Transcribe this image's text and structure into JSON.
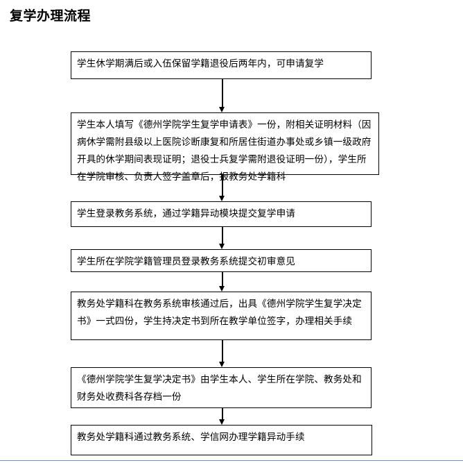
{
  "page": {
    "title": "复学办理流程",
    "accent_color": "#6f92c4",
    "border_color": "#000000",
    "background_color": "#ffffff"
  },
  "flowchart": {
    "type": "flowchart",
    "orientation": "top-to-bottom",
    "node_count": 7,
    "connector_count": 6,
    "nodes": [
      {
        "step": 1,
        "text": "学生休学期满后或入伍保留学籍退役后两年内，可申请复学"
      },
      {
        "step": 2,
        "text": "学生本人填写《德州学院学生复学申请表》一份，附相关证明材料（因病休学需附县级以上医院诊断康复和所居住街道办事处或乡镇一级政府开具的休学期间表现证明；退役士兵复学需附退役证明一份），学生所在学院审核、负责人签字盖章后，报教务处学籍科"
      },
      {
        "step": 3,
        "text": "学生登录教务系统，通过学籍异动模块提交复学申请"
      },
      {
        "step": 4,
        "text": "学生所在学院学籍管理员登录教务系统提交初审意见"
      },
      {
        "step": 5,
        "text": "教务处学籍科在教务系统审核通过后，出具《德州学院学生复学决定书》一式四份，学生持决定书到所在教学单位签字，办理相关手续"
      },
      {
        "step": 6,
        "text": "《德州学院学生复学决定书》由学生本人、学生所在学院、教务处和财务处收费科各存档一份"
      },
      {
        "step": 7,
        "text": "教务处学籍科通过教务系统、学信网办理学籍异动手续"
      }
    ],
    "connectors": [
      {
        "from": 1,
        "to": 2,
        "arrow": "down-arrow-icon"
      },
      {
        "from": 2,
        "to": 3,
        "arrow": "down-arrow-icon"
      },
      {
        "from": 3,
        "to": 4,
        "arrow": "down-arrow-icon"
      },
      {
        "from": 4,
        "to": 5,
        "arrow": "down-arrow-icon"
      },
      {
        "from": 5,
        "to": 6,
        "arrow": "down-arrow-icon"
      },
      {
        "from": 6,
        "to": 7,
        "arrow": "down-arrow-icon"
      }
    ]
  }
}
